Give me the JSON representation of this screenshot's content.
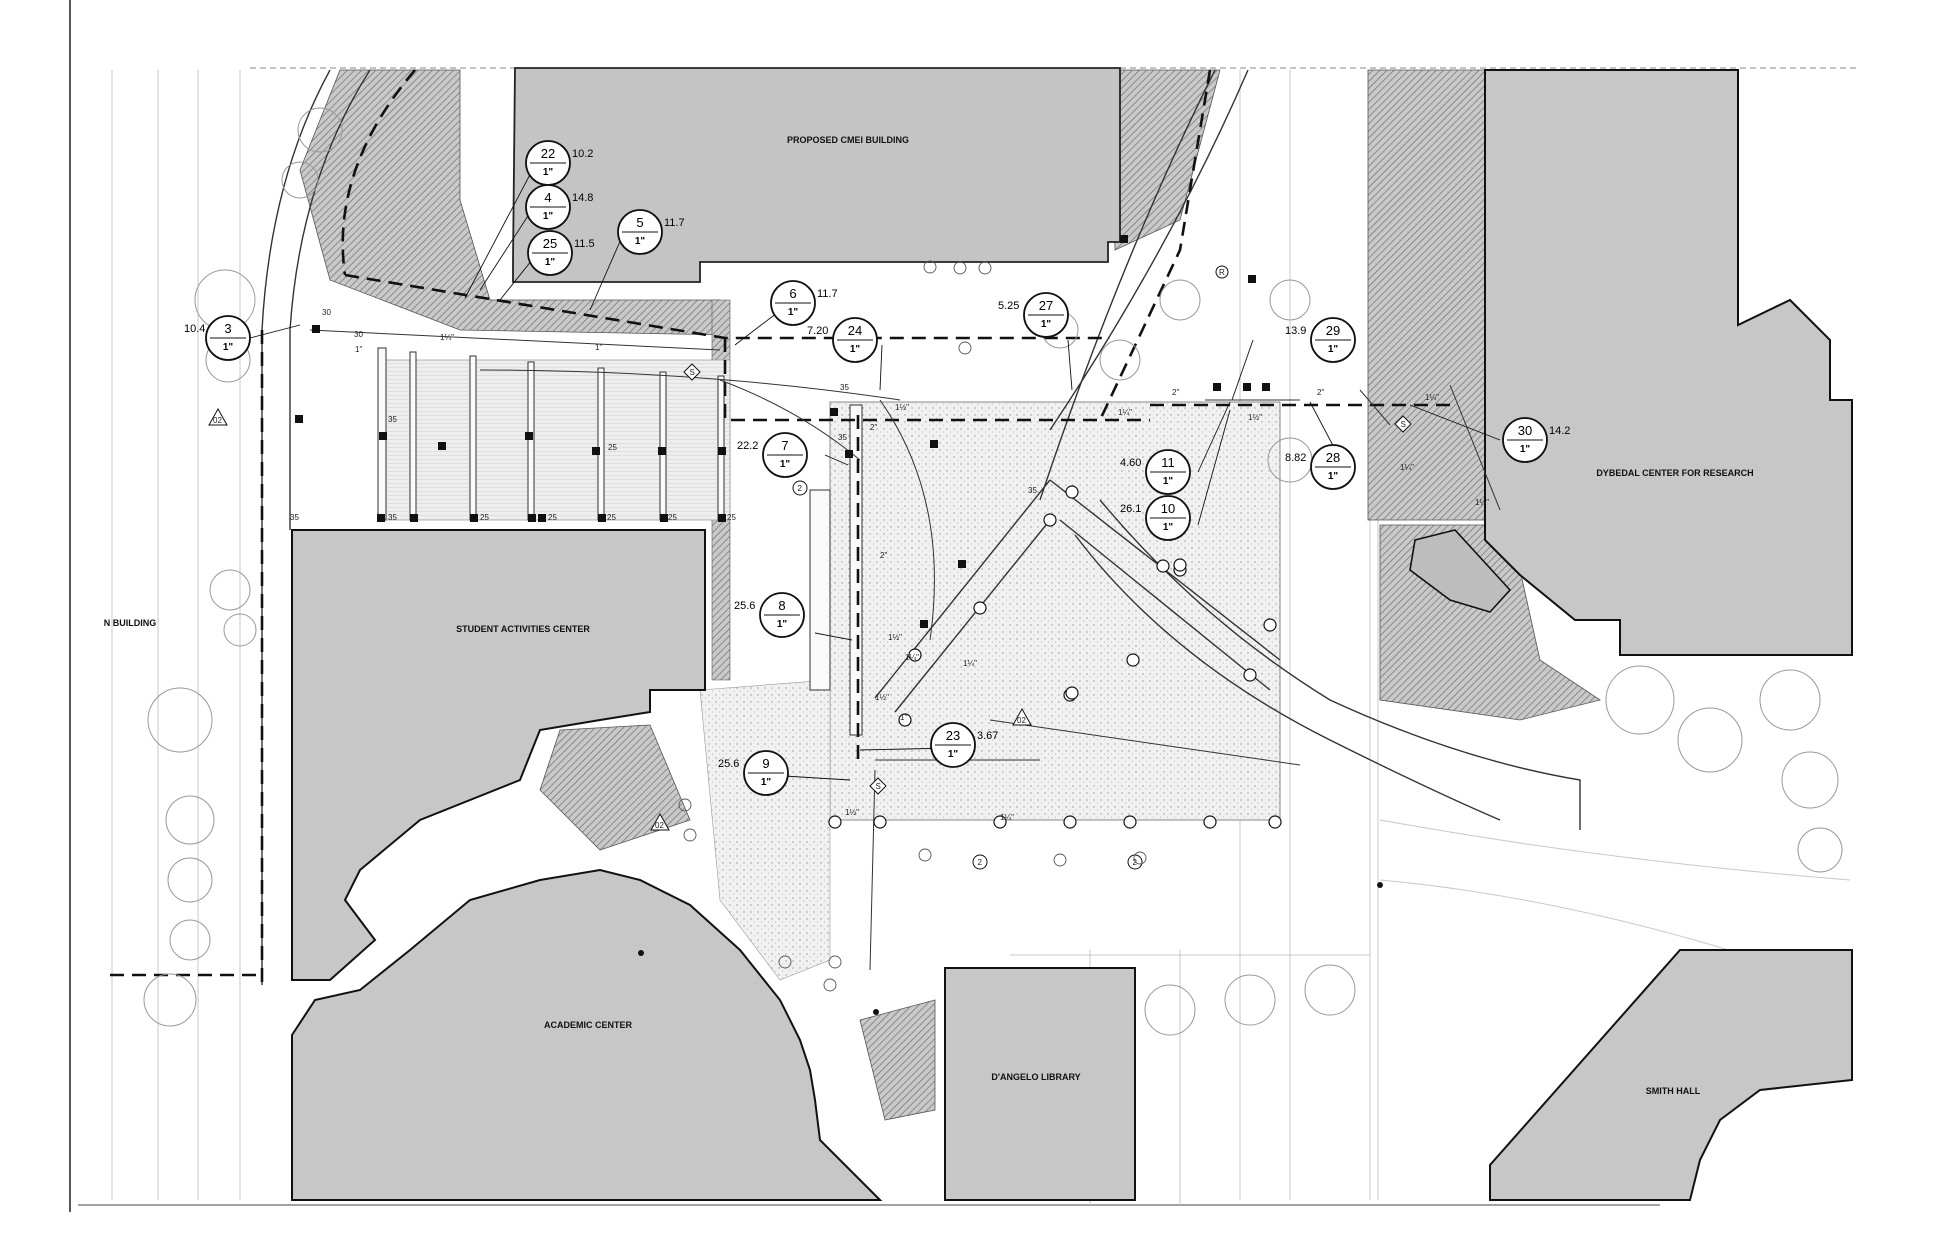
{
  "buildings": {
    "cmei": "PROPOSED CMEI BUILDING",
    "student_activities": "STUDENT ACTIVITIES CENTER",
    "academic": "ACADEMIC CENTER",
    "dangelo": "D'ANGELO LIBRARY",
    "dybedal": "DYBEDAL CENTER FOR RESEARCH",
    "smith": "SMITH HALL",
    "partial_left": "N BUILDING"
  },
  "callouts": [
    {
      "num": "22",
      "size": "1\"",
      "value": "10.2"
    },
    {
      "num": "4",
      "size": "1\"",
      "value": "14.8"
    },
    {
      "num": "25",
      "size": "1\"",
      "value": "11.5"
    },
    {
      "num": "5",
      "size": "1\"",
      "value": "11.7"
    },
    {
      "num": "3",
      "size": "1\"",
      "value": "10.4"
    },
    {
      "num": "6",
      "size": "1\"",
      "value": "11.7"
    },
    {
      "num": "24",
      "size": "1\"",
      "value": "7.20"
    },
    {
      "num": "27",
      "size": "1\"",
      "value": "5.25"
    },
    {
      "num": "29",
      "size": "1\"",
      "value": "13.9"
    },
    {
      "num": "30",
      "size": "1\"",
      "value": "14.2"
    },
    {
      "num": "7",
      "size": "1\"",
      "value": "22.2"
    },
    {
      "num": "11",
      "size": "1\"",
      "value": "4.60"
    },
    {
      "num": "10",
      "size": "1\"",
      "value": "26.1"
    },
    {
      "num": "28",
      "size": "1\"",
      "value": "8.82"
    },
    {
      "num": "8",
      "size": "1\"",
      "value": "25.6"
    },
    {
      "num": "23",
      "size": "1\"",
      "value": "3.67"
    },
    {
      "num": "9",
      "size": "1\"",
      "value": "25.6"
    }
  ],
  "pipe_labels": {
    "two_inch": "2\"",
    "one_inch": "1\"",
    "one_quarter": "1¼\"",
    "one_half": "1½\""
  },
  "markers": {
    "rev_tag": "02",
    "circle_2": "2",
    "sprinkler_35": "35",
    "sprinkler_25": "25",
    "sprinkler_30": "30",
    "registered": "R",
    "s_symbol": "S"
  }
}
